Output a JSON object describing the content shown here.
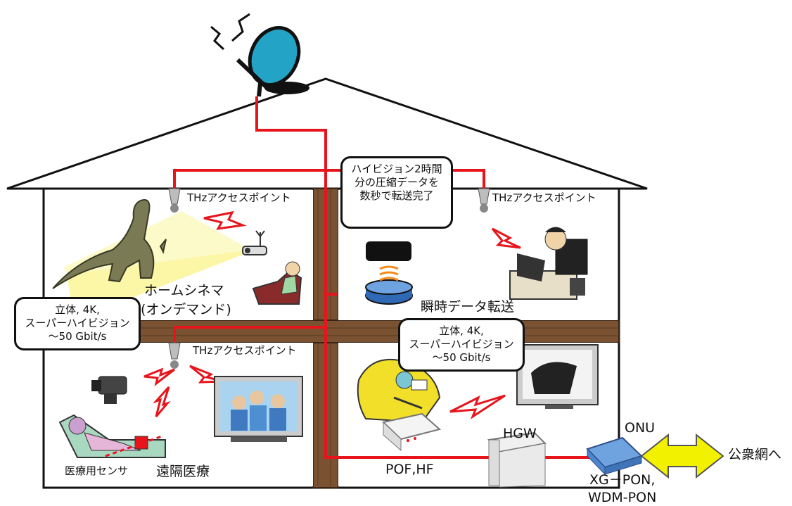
{
  "labels": {
    "thz_ap": "THzアクセスポイント",
    "home_cinema_1": "ホームシネマ",
    "home_cinema_2": "(オンデマンド)",
    "instant_transfer": "瞬時データ転送",
    "medical_sensor": "医療用センサ",
    "remote_medical": "遠隔医療",
    "pof_hf": "POF,HF",
    "hgw": "HGW",
    "onu": "ONU",
    "pon_1": "XG－PON,",
    "pon_2": "WDM-PON",
    "public_net": "公衆網へ"
  },
  "bubbles": {
    "hivision": [
      "ハイビジョン2時間",
      "分の圧縮データを",
      "数秒で転送完了"
    ],
    "stereo_left": [
      "立体, 4K,",
      "スーパーハイビジョン",
      "～50  Gbit/s"
    ],
    "stereo_right": [
      "立体, 4K,",
      "スーパーハイビジョン",
      "～50  Gbit/s"
    ]
  },
  "colors": {
    "fiber": "#e8141b",
    "wood": "#7a5232",
    "outline": "#111111",
    "arrow": "#f2f200",
    "beam": "#fbf7a6"
  },
  "icons": [
    "satellite-dish-icon",
    "ceiling-antenna-icon",
    "wireless-signal-icon",
    "projector-icon",
    "dinosaur-icon",
    "camcorder-icon",
    "tv-screen-icon",
    "patient-bed-icon",
    "storage-device-icon",
    "laptop-user-icon",
    "armchair-viewer-icon",
    "hgw-tower-icon",
    "onu-device-icon"
  ]
}
